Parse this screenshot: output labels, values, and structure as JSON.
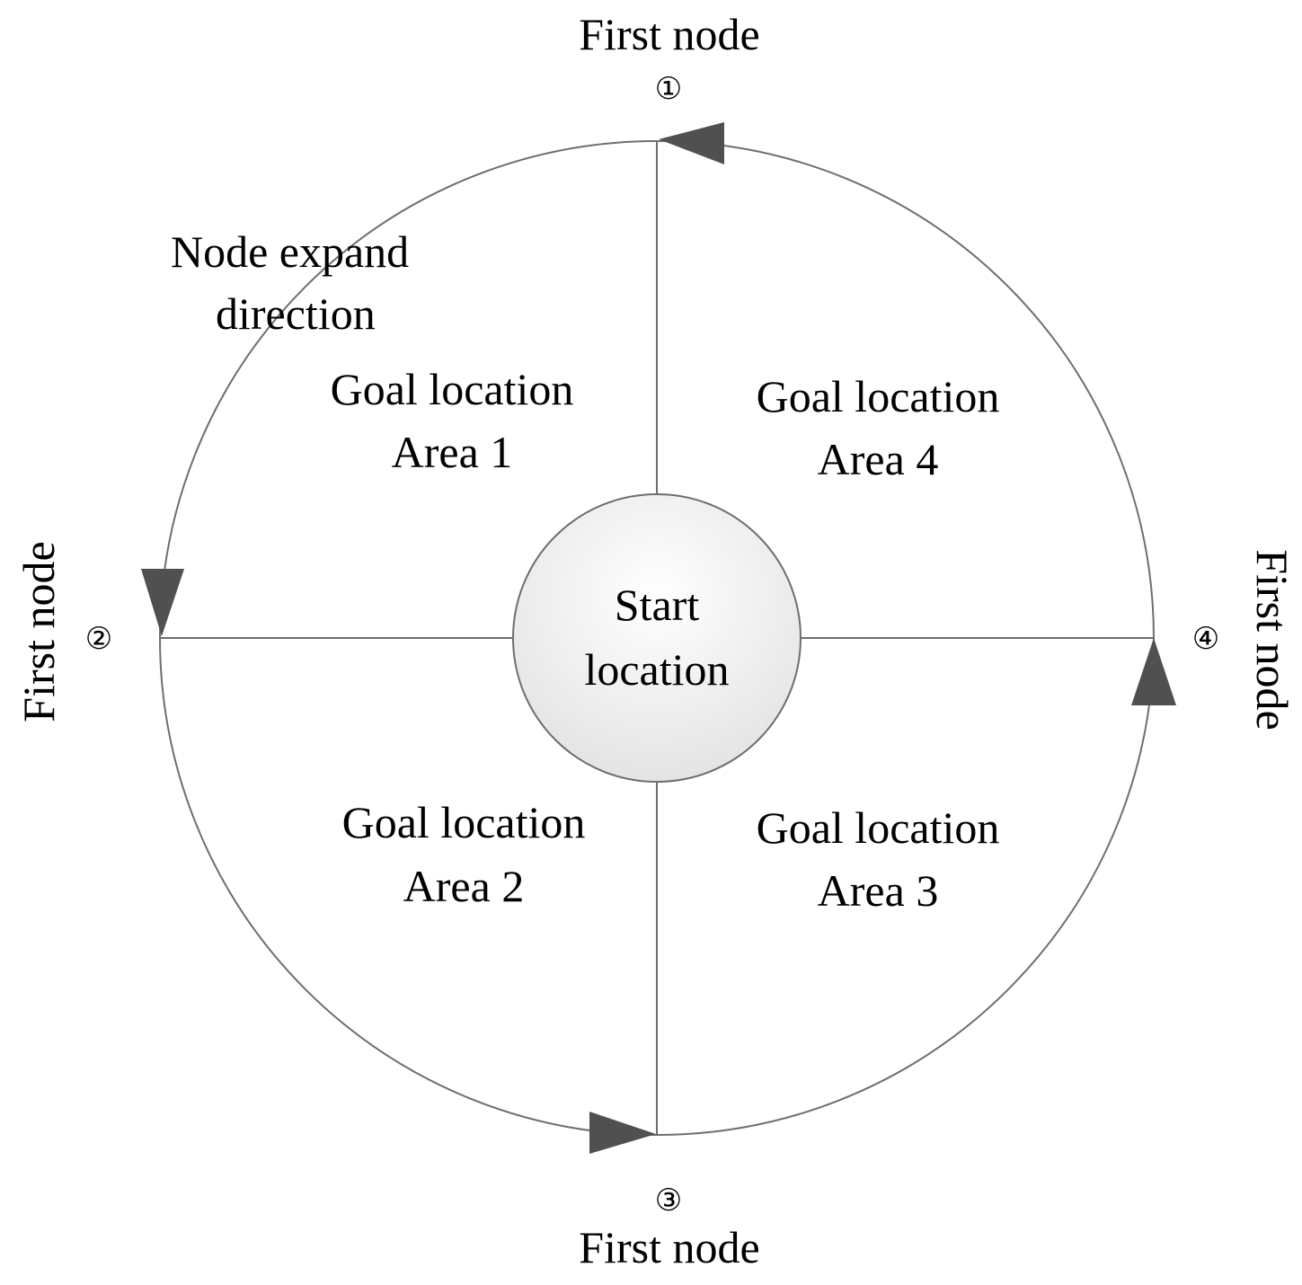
{
  "diagram": {
    "center_node": {
      "line1": "Start",
      "line2": "location"
    },
    "areas": [
      {
        "id": 1,
        "line1": "Goal location",
        "line2": "Area 1"
      },
      {
        "id": 2,
        "line1": "Goal location",
        "line2": "Area 2"
      },
      {
        "id": 3,
        "line1": "Goal location",
        "line2": "Area 3"
      },
      {
        "id": 4,
        "line1": "Goal location",
        "line2": "Area 4"
      }
    ],
    "first_nodes": [
      {
        "id": 1,
        "marker": "①",
        "label": "First node",
        "position": "top"
      },
      {
        "id": 2,
        "marker": "②",
        "label": "First node",
        "position": "left"
      },
      {
        "id": 3,
        "marker": "③",
        "label": "First node",
        "position": "bottom"
      },
      {
        "id": 4,
        "marker": "④",
        "label": "First node",
        "position": "right"
      }
    ],
    "direction_note": {
      "line1": "Node expand",
      "line2": "direction"
    },
    "colors": {
      "line": "#6e6e6e",
      "arrow": "#505050",
      "center_fill_top": "#ffffff",
      "center_fill_bottom": "#e6e6e6"
    }
  }
}
